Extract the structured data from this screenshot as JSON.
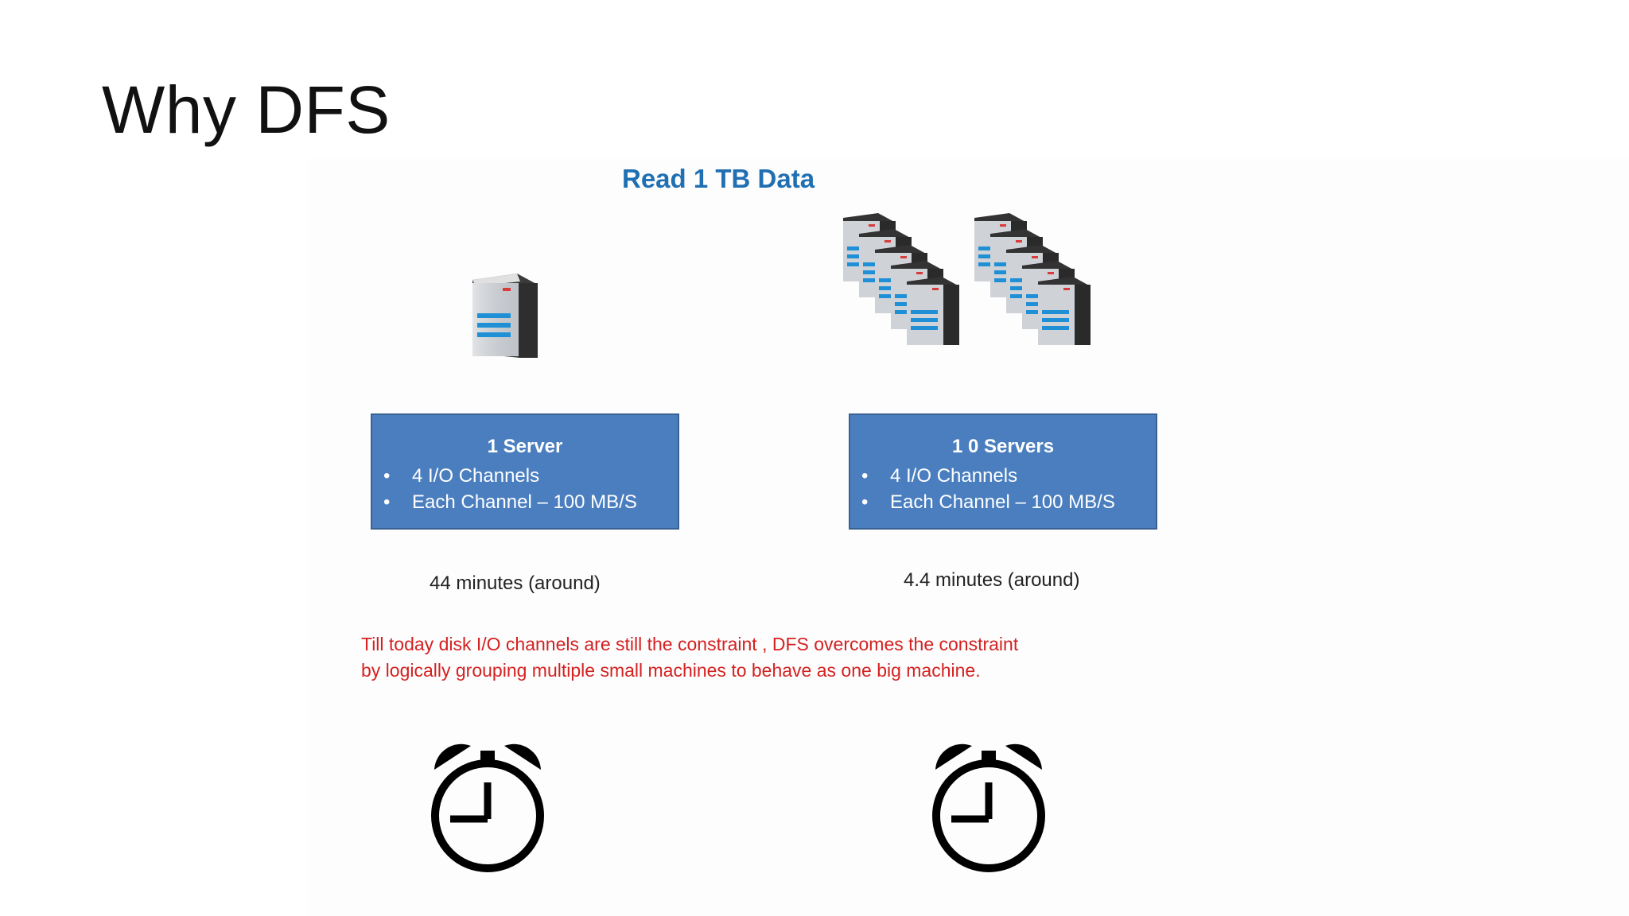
{
  "slide": {
    "title": "Why DFS"
  },
  "figure": {
    "heading": "Read 1 TB Data",
    "left": {
      "box_title": "1 Server",
      "bullets": [
        "4  I/O Channels",
        "Each Channel – 100 MB/S"
      ],
      "time": "44 minutes (around)",
      "icon": "server-icon"
    },
    "right": {
      "box_title": "1 0 Servers",
      "bullets": [
        "4  I/O Channels",
        "Each Channel – 100 MB/S"
      ],
      "time": "4.4 minutes (around)",
      "icon": "server-cluster-icon"
    },
    "note_line1": "Till today disk  I/O channels are still the constraint , DFS overcomes the constraint",
    "note_line2": "by logically grouping multiple small machines to behave as one big machine.",
    "clock_icons": [
      "alarm-clock-icon",
      "alarm-clock-icon"
    ]
  },
  "colors": {
    "heading": "#1f6fb2",
    "box_fill": "#4a7ebf",
    "note_text": "#d42121"
  }
}
